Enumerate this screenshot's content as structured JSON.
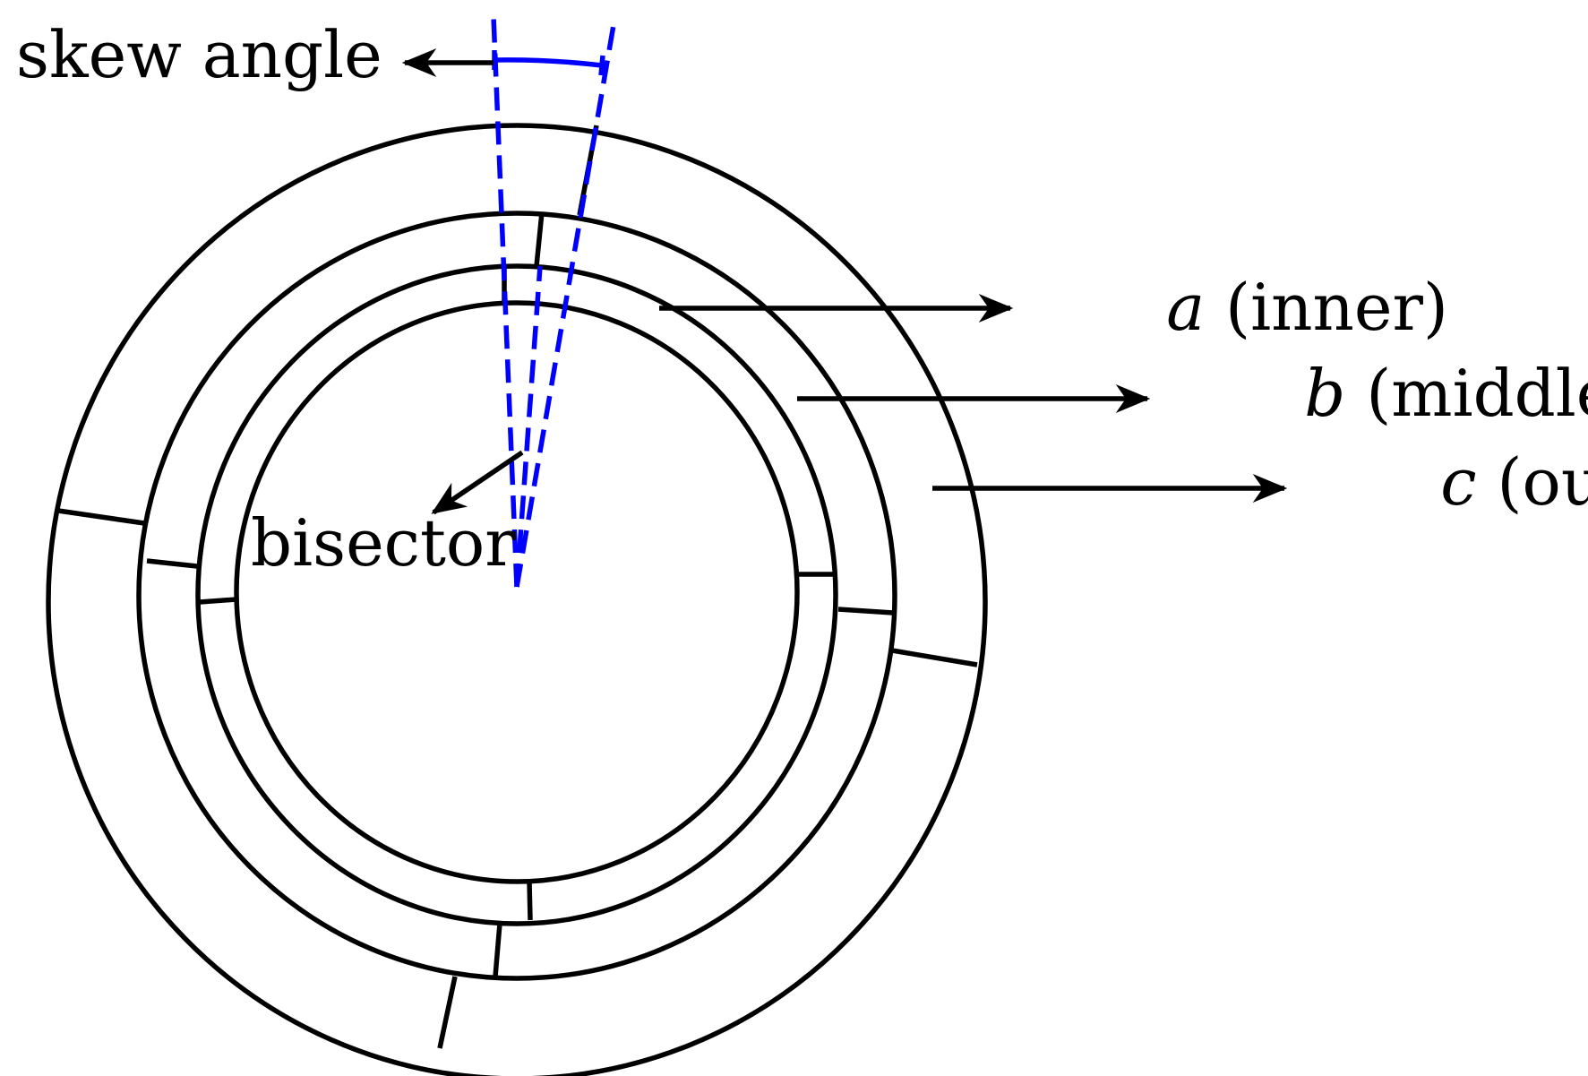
{
  "labels": {
    "skew_angle": "skew angle",
    "bisector": "bisector",
    "inner_letter": "a",
    "inner_name": " (inner)",
    "middle_letter": "b",
    "middle_name": " (middle)",
    "outer_letter": "c",
    "outer_name": " (outer)"
  },
  "colors": {
    "stroke": "#000000",
    "guide": "#0000ff",
    "background": "#ffffff"
  }
}
